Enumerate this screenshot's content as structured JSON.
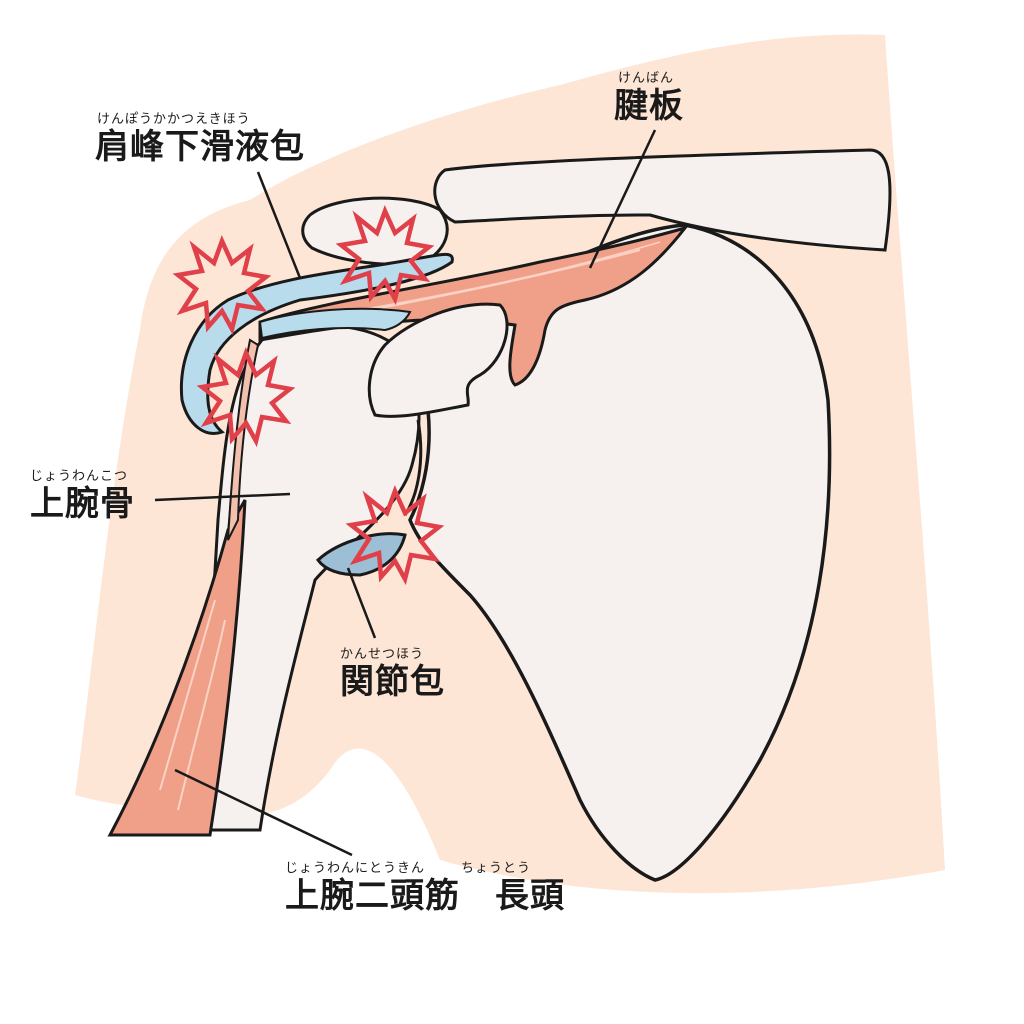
{
  "labels": {
    "subacromial_bursa": {
      "ruby": "けんぽうかかつえきほう",
      "text": "肩峰下滑液包"
    },
    "tendon_plate": {
      "ruby": "けんばん",
      "text": "腱板"
    },
    "humerus": {
      "ruby": "じょうわんこつ",
      "text": "上腕骨"
    },
    "joint_capsule": {
      "ruby": "かんせつほう",
      "text": "関節包"
    },
    "biceps_long_head": {
      "ruby_part1": "じょうわんにとうきん",
      "ruby_part2": "ちょうとう",
      "text": "上腕二頭筋　長頭"
    }
  },
  "colors": {
    "skin": "#fde6d6",
    "bone": "#f6f1ee",
    "muscle": "#f0a088",
    "bursa": "#b8dcec",
    "pain_mark": "#e0404a",
    "outline": "#1a1a1a"
  }
}
